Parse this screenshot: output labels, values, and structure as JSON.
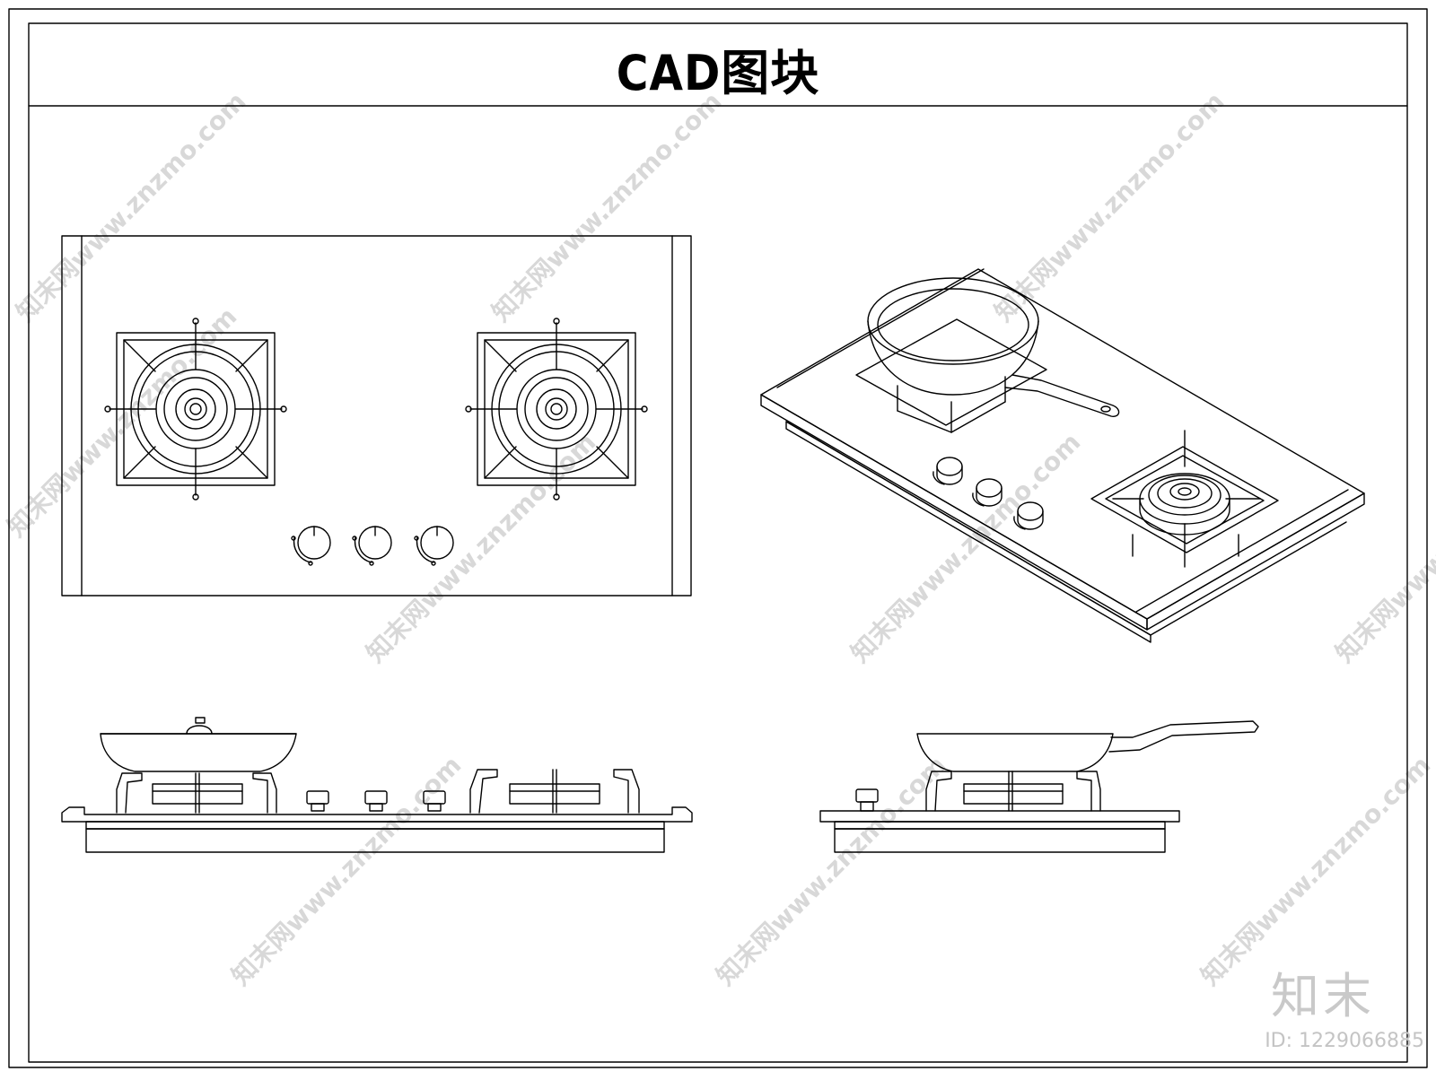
{
  "title": "CAD图块",
  "watermark": {
    "text": "知末网www.znzmo.com",
    "color": "#d8d8d8"
  },
  "brand": {
    "logo_text": "知末",
    "id_text": "ID: 1229066885"
  },
  "views": [
    {
      "name": "top-view",
      "content": "two-burner gas hob with three control knobs"
    },
    {
      "name": "isometric-view",
      "content": "gas hob with frying pan on left burner"
    },
    {
      "name": "front-elevation",
      "content": "hob with wok on left burner"
    },
    {
      "name": "side-elevation",
      "content": "hob with frying pan and handle"
    }
  ],
  "colors": {
    "line": "#000000",
    "background": "#ffffff"
  }
}
